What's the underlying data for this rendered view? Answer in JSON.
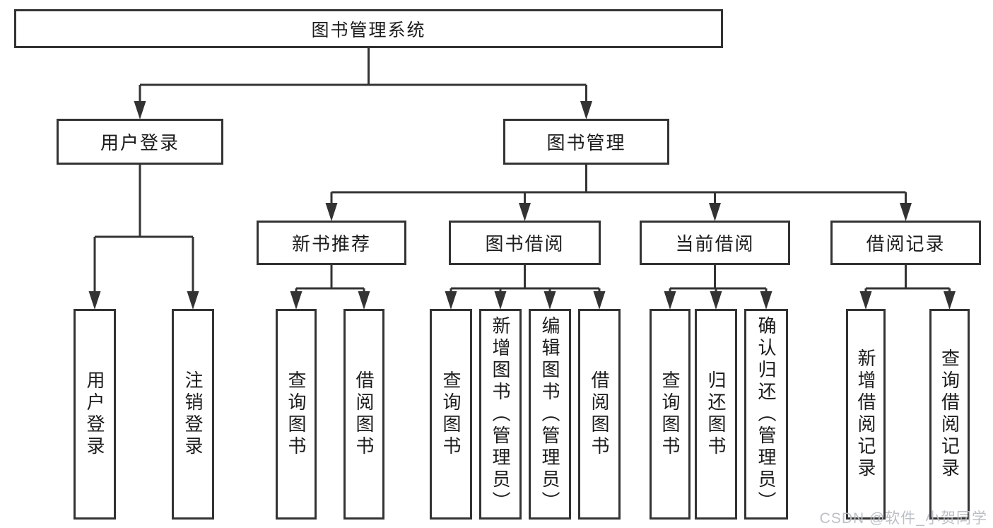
{
  "diagram": {
    "title": "图书管理系统",
    "branches": [
      {
        "label": "用户登录",
        "children": [
          {
            "label": "用户登录"
          },
          {
            "label": "注销登录"
          }
        ]
      },
      {
        "label": "图书管理",
        "children": [
          {
            "label": "新书推荐",
            "children": [
              {
                "label": "查询图书"
              },
              {
                "label": "借阅图书"
              }
            ]
          },
          {
            "label": "图书借阅",
            "children": [
              {
                "label": "查询图书"
              },
              {
                "label": "新增图书（管理员）"
              },
              {
                "label": "编辑图书（管理员）"
              },
              {
                "label": "借阅图书"
              }
            ]
          },
          {
            "label": "当前借阅",
            "children": [
              {
                "label": "查询图书"
              },
              {
                "label": "归还图书"
              },
              {
                "label": "确认归还（管理员）"
              }
            ]
          },
          {
            "label": "借阅记录",
            "children": [
              {
                "label": "新增借阅记录"
              },
              {
                "label": "查询借阅记录"
              }
            ]
          }
        ]
      }
    ]
  },
  "watermark": "CSDN @软件_小贺同学",
  "colors": {
    "line": "#333333",
    "box_border": "#333333",
    "text": "#1c1c1c",
    "watermark": "#b9bdc3",
    "background": "#ffffff"
  }
}
